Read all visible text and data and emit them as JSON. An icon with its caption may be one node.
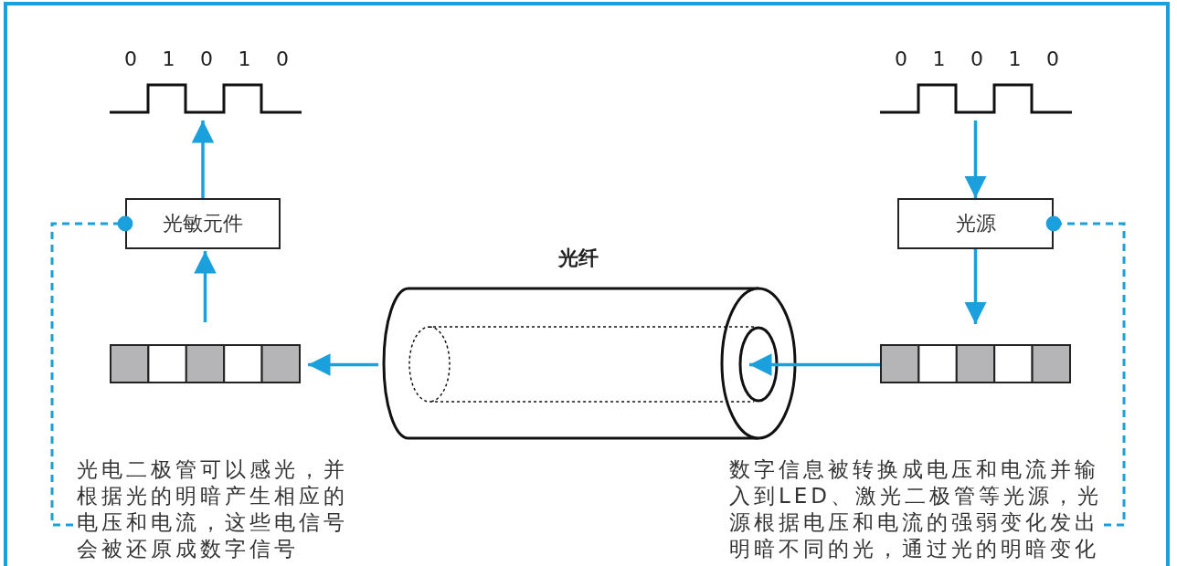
{
  "diagram": {
    "nodes": [
      {
        "text": [],
        "shape": "picture",
        "beside": [
          "0",
          "1",
          "0",
          "1",
          "0"
        ]
      },
      {
        "text": [],
        "shape": "picture",
        "beside": [
          "0",
          "1",
          "0",
          "1",
          "0"
        ]
      },
      {
        "text": [
          "光敏元件"
        ]
      },
      {
        "text": [
          "光源"
        ]
      },
      {
        "text": [],
        "shape": "bar"
      },
      {
        "text": [
          "光纤"
        ]
      },
      {
        "text": [],
        "shape": "bar"
      },
      {
        "text": [
          "光电二极管可以感光，并根据光的明暗产生相应的电压和电流，这些电信号会被还原成数字信号"
        ]
      },
      {
        "text": [
          "数字信息被转换成电压和电流并输入到LED、激光二极管等光源，光源根据电压和电流的强弱变化发出明暗不同的光，通过光的明暗变化"
        ]
      }
    ],
    "edges": [
      {
        "from": 4,
        "to": 2,
        "arrow": "to"
      },
      {
        "from": 2,
        "to": 0,
        "arrow": "to"
      },
      {
        "from": 1,
        "to": 3,
        "arrow": "to"
      },
      {
        "from": 3,
        "to": 6,
        "arrow": "to"
      },
      {
        "from": 6,
        "to": 5,
        "arrow": "to"
      },
      {
        "from": 5,
        "to": 4,
        "arrow": "to"
      },
      {
        "from": 7,
        "to": 2,
        "arrow": "other",
        "style": "dashed"
      },
      {
        "from": 8,
        "to": 3,
        "arrow": "other",
        "style": "dashed"
      }
    ]
  }
}
